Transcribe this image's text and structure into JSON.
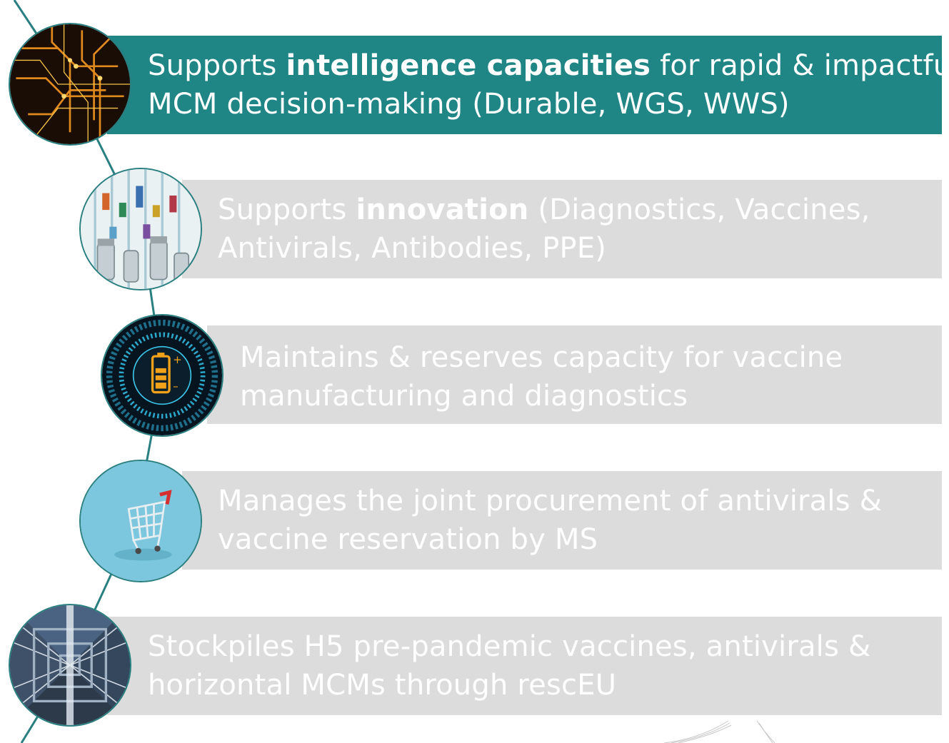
{
  "items": [
    {
      "pre": "Supports ",
      "bold": "intelligence capacities",
      "post": " for rapid & impactful",
      "line2": "MCM decision-making (Durable, WGS, WWS)",
      "icon": "circuit-board-icon",
      "active": true
    },
    {
      "pre": "Supports ",
      "bold": "innovation",
      "post": " (Diagnostics, Vaccines,",
      "line2": "Antivirals, Antibodies, PPE)",
      "icon": "vials-icon",
      "active": false
    },
    {
      "pre": "Maintains & reserves capacity for vaccine",
      "bold": "",
      "post": "",
      "line2": "manufacturing and diagnostics",
      "icon": "battery-chip-icon",
      "active": false
    },
    {
      "pre": "Manages the joint procurement of antivirals &",
      "bold": "",
      "post": "",
      "line2": "vaccine reservation by MS",
      "icon": "shopping-cart-icon",
      "active": false
    },
    {
      "pre": "Stockpiles H5 pre-pandemic vaccines, antivirals &",
      "bold": "",
      "post": "",
      "line2": "horizontal MCMs through rescEU",
      "icon": "warehouse-icon",
      "active": false
    }
  ],
  "colors": {
    "teal": "#1f8585",
    "grey": "#dcdcdc",
    "line": "#2a7f80"
  }
}
